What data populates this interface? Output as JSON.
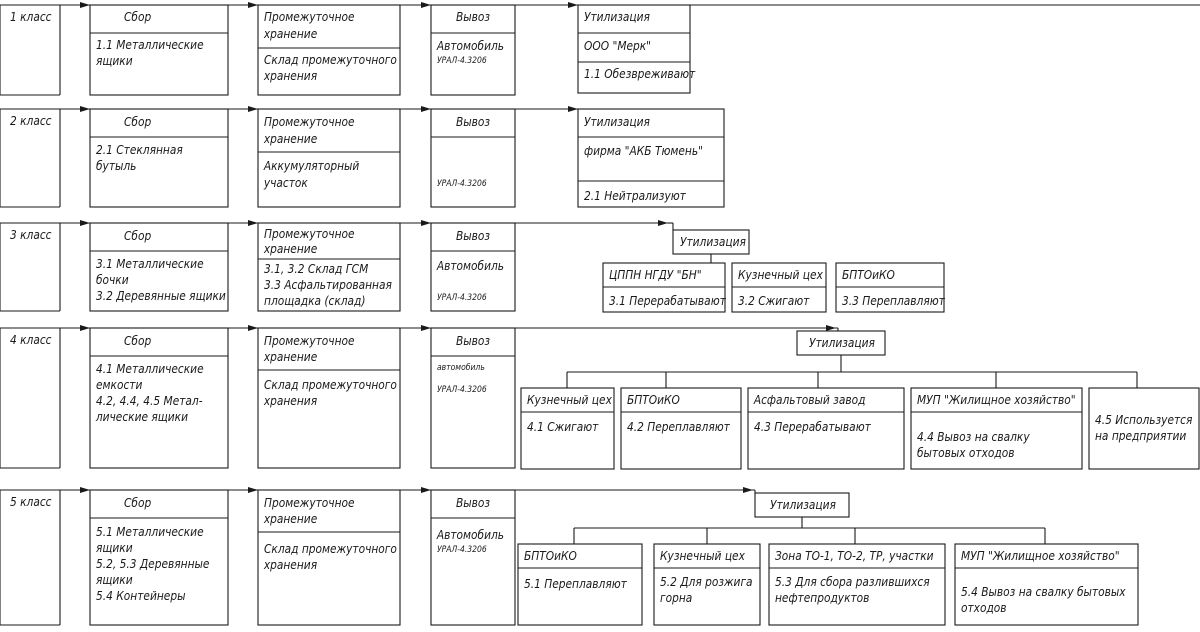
{
  "classes": [
    {
      "label": "1 класс",
      "sbor": {
        "title": "Сбор",
        "lines": [
          "1.1 Металлические",
          "ящики"
        ]
      },
      "storage": {
        "title": [
          "Промежуточное",
          "хранение"
        ],
        "lines": [
          "Склад промежуточного",
          "хранения"
        ]
      },
      "vyvoz": {
        "title": "Вывоз",
        "vehicle": "Автомобиль",
        "model": "УРАЛ-4.3206"
      },
      "util": {
        "title": "Утилизация",
        "org": "ООО \"Мерк\"",
        "action": "1.1 Обезвреживают"
      }
    },
    {
      "label": "2 класс",
      "sbor": {
        "title": "Сбор",
        "lines": [
          "2.1 Стеклянная",
          "бутыль"
        ]
      },
      "storage": {
        "title": [
          "Промежуточное",
          "хранение"
        ],
        "lines": [
          "Аккумуляторный",
          "участок"
        ]
      },
      "vyvoz": {
        "title": "Вывоз",
        "model": "УРАЛ-4.3206"
      },
      "util": {
        "title": "Утилизация",
        "org": "фирма \"АКБ Тюмень\"",
        "action": "2.1 Нейтрализуют"
      }
    },
    {
      "label": "3 класс",
      "sbor": {
        "title": "Сбор",
        "lines": [
          "3.1 Металлические",
          "бочки",
          "3.2 Деревянные ящики"
        ]
      },
      "storage": {
        "title": [
          "Промежуточное",
          "хранение"
        ],
        "lines": [
          "3.1, 3.2 Склад ГСМ",
          "3.3 Асфальтированная",
          "площадка (склад)"
        ]
      },
      "vyvoz": {
        "title": "Вывоз",
        "vehicle": "Автомобиль",
        "model": "УРАЛ-4.3206"
      },
      "util_header": "Утилизация",
      "util_items": [
        {
          "org": "ЦППН НГДУ \"БН\"",
          "action": "3.1 Перерабатывают"
        },
        {
          "org": "Кузнечный цех",
          "action": "3.2 Сжигают"
        },
        {
          "org": "БПТОиКО",
          "action": "3.3 Переплавляют"
        }
      ]
    },
    {
      "label": "4 класс",
      "sbor": {
        "title": "Сбор",
        "lines": [
          "4.1 Металлические",
          "емкости",
          "4.2, 4.4, 4.5 Метал-",
          "лические ящики"
        ]
      },
      "storage": {
        "title": [
          "Промежуточное",
          "хранение"
        ],
        "lines": [
          "Склад промежуточного",
          "хранения"
        ]
      },
      "vyvoz": {
        "title": "Вывоз",
        "vehicle": "автомобиль",
        "model": "УРАЛ-4.3206"
      },
      "util_header": "Утилизация",
      "util_items": [
        {
          "org": "Кузнечный цех",
          "action": [
            "4.1 Сжигают"
          ]
        },
        {
          "org": "БПТОиКО",
          "action": [
            "4.2 Переплавляют"
          ]
        },
        {
          "org": "Асфальтовый завод",
          "action": [
            "4.3 Перерабатывают"
          ]
        },
        {
          "org": "МУП \"Жилищное хозяйство\"",
          "action": [
            "4.4 Вывоз на свалку",
            "бытовых отходов"
          ]
        },
        {
          "action": [
            "4.5 Используется",
            "на предприятии"
          ]
        }
      ]
    },
    {
      "label": "5 класс",
      "sbor": {
        "title": "Сбор",
        "lines": [
          "5.1 Металлические",
          "ящики",
          "5.2, 5.3 Деревянные",
          "ящики",
          "5.4 Контейнеры"
        ]
      },
      "storage": {
        "title": [
          "Промежуточное",
          "хранение"
        ],
        "lines": [
          "Склад промежуточного",
          "хранения"
        ]
      },
      "vyvoz": {
        "title": "Вывоз",
        "vehicle": "Автомобиль",
        "model": "УРАЛ-4.3206"
      },
      "util_header": "Утилизация",
      "util_items": [
        {
          "org": "БПТОиКО",
          "action": [
            "5.1 Переплавляют"
          ]
        },
        {
          "org": "Кузнечный цех",
          "action": [
            "5.2 Для розжига",
            "горна"
          ]
        },
        {
          "org": "Зона ТО-1, ТО-2, ТР, участки",
          "action": [
            "5.3 Для сбора разлившихся",
            "нефтепродуктов"
          ]
        },
        {
          "org": "МУП \"Жилищное хозяйство\"",
          "action": [
            "5.4 Вывоз на свалку бытовых",
            "отходов"
          ]
        }
      ]
    }
  ]
}
